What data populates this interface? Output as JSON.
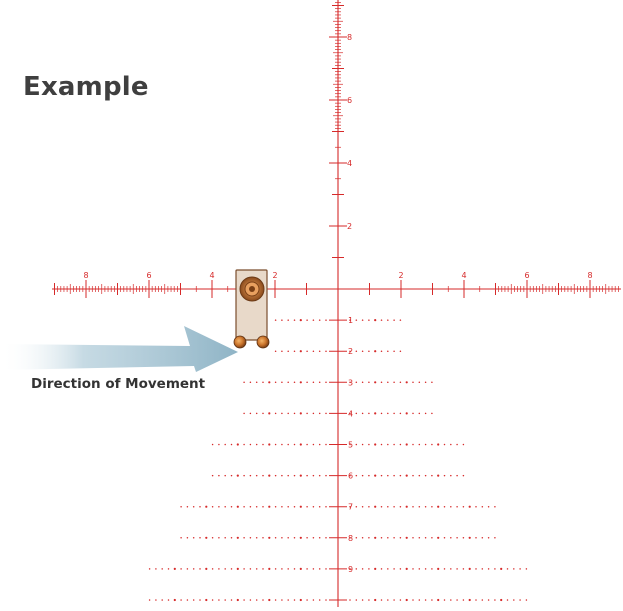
{
  "title": "Example",
  "caption": "Direction of Movement",
  "reticle": {
    "color": "#d62a2a",
    "left_labels": [
      "8",
      "6",
      "4",
      "2"
    ],
    "right_labels": [
      "2",
      "4",
      "6",
      "8"
    ],
    "up_labels": [
      "2",
      "4",
      "6",
      "8"
    ],
    "down_labels": [
      "1",
      "2",
      "3",
      "4",
      "5",
      "6",
      "7",
      "8",
      "9"
    ],
    "down_extents": [
      2,
      2,
      3,
      3,
      4,
      4,
      5,
      5,
      6,
      6
    ]
  },
  "target": {
    "panel_color": "#e8d9c9",
    "border_color": "#7a4e2d",
    "ring_color": "#c9772e",
    "wheel_color": "#d9822f"
  },
  "arrow": {
    "color": "#9fbfcf"
  }
}
